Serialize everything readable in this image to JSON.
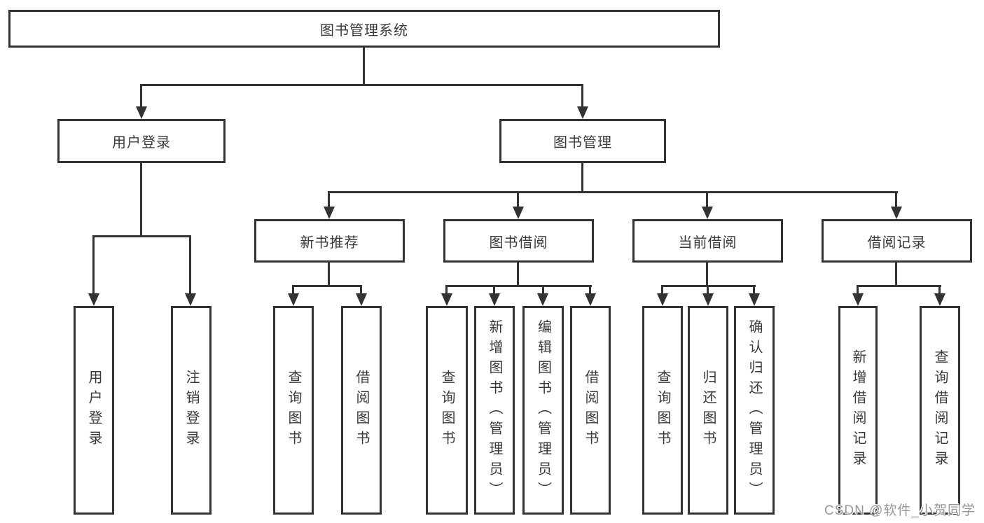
{
  "diagram": {
    "root": "图书管理系统",
    "level2": [
      {
        "label": "用户登录"
      },
      {
        "label": "图书管理"
      }
    ],
    "level3": [
      {
        "label": "新书推荐"
      },
      {
        "label": "图书借阅"
      },
      {
        "label": "当前借阅"
      },
      {
        "label": "借阅记录"
      }
    ],
    "leaves": {
      "user": [
        "用户登录",
        "注销登录"
      ],
      "newbook": [
        "查询图书",
        "借阅图书"
      ],
      "borrow": [
        "查询图书",
        "新增图书（管理员）",
        "编辑图书（管理员）",
        "借阅图书"
      ],
      "current": [
        "查询图书",
        "归还图书",
        "确认归还（管理员）"
      ],
      "record": [
        "新增借阅记录",
        "查询借阅记录"
      ]
    }
  },
  "watermark": {
    "text": "CSDN @软件_小贺同学"
  },
  "colors": {
    "line": "#333333",
    "text": "#3a3a3a",
    "background": "#ffffff",
    "watermark": "#979797"
  }
}
